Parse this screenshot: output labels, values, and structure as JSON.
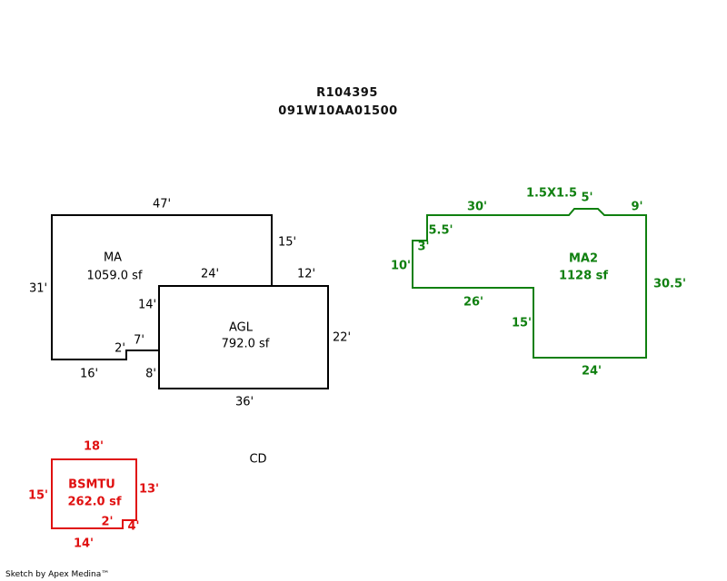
{
  "header": {
    "id_line1": "R104395",
    "id_line2": "091W10AA01500"
  },
  "colors": {
    "primary": "#000000",
    "addition": "#108010",
    "basement": "#e01010"
  },
  "areas": {
    "ma": {
      "name": "MA",
      "area": "1059.0 sf"
    },
    "agl": {
      "name": "AGL",
      "area": "792.0 sf"
    },
    "ma2": {
      "name": "MA2",
      "area": "1128 sf"
    },
    "bsmtu": {
      "name": "BSMTU",
      "area": "262.0 sf"
    }
  },
  "dimensions": {
    "ma_top": "47'",
    "ma_right_upper": "15'",
    "ma_left": "31'",
    "ma_bottom": "16'",
    "ma_inner_top": "24'",
    "agl_top_right": "12'",
    "ma_agl_step": "14'",
    "ma_notch_h": "7'",
    "ma_notch_v": "2'",
    "agl_left_lower": "8'",
    "agl_right": "22'",
    "agl_bottom": "36'",
    "ma2_top": "30'",
    "ma2_bay": "1.5X1.5",
    "ma2_bay_width": "5'",
    "ma2_top_right": "9'",
    "ma2_step_v": "5.5'",
    "ma2_step_h": "3'",
    "ma2_left": "10'",
    "ma2_mid": "26'",
    "ma2_inner_v": "15'",
    "ma2_right": "30.5'",
    "ma2_bottom": "24'",
    "bsmtu_top": "18'",
    "bsmtu_left": "15'",
    "bsmtu_right": "13'",
    "bsmtu_notch_h": "2'",
    "bsmtu_notch_v": "4'",
    "bsmtu_bottom": "14'"
  },
  "labels": {
    "cd": "CD"
  },
  "footer": {
    "credit": "Sketch by Apex Medina™"
  }
}
